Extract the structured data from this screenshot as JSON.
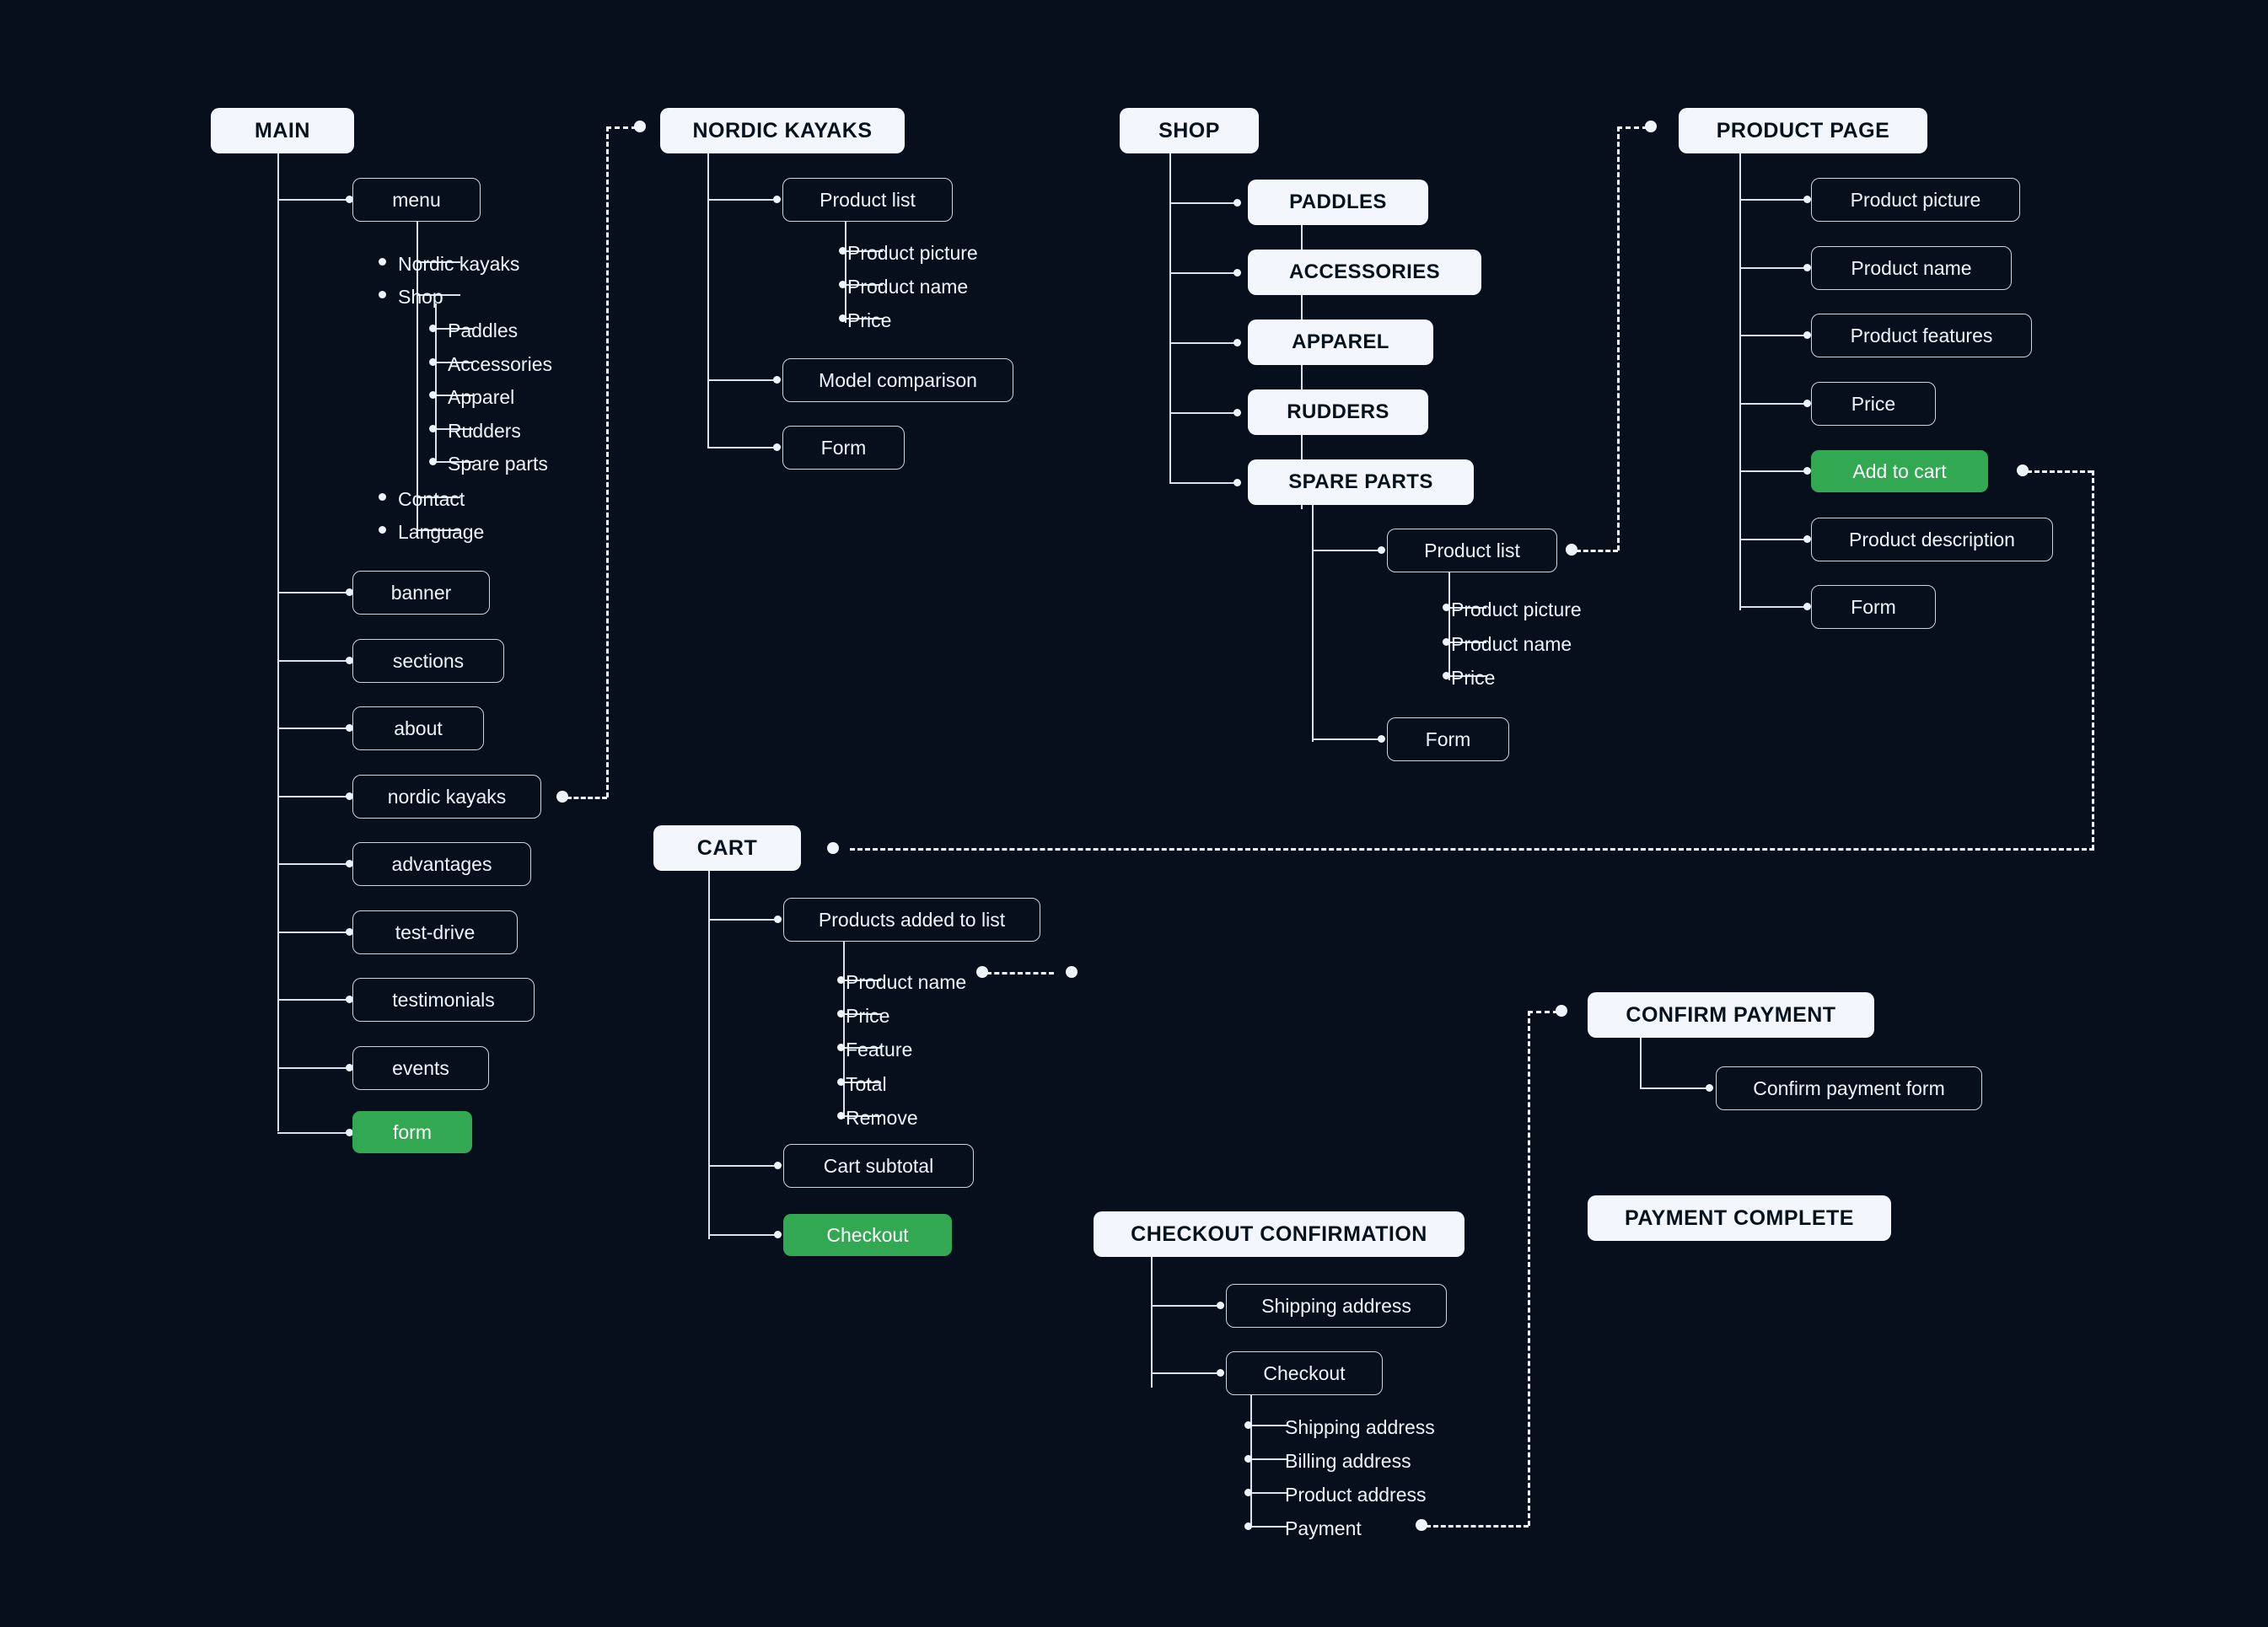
{
  "diagram": {
    "title": "E-commerce sitemap / user flow",
    "colors": {
      "background": "#060f1b",
      "header_bg": "#f3f7fd",
      "header_text": "#07121f",
      "box_border": "#c9d6e4",
      "box_text": "#eef4fb",
      "accent_green": "#33a852",
      "connector": "#d7e2ee"
    }
  },
  "sections": {
    "main": {
      "title": "MAIN",
      "menu": {
        "label": "menu",
        "items": [
          {
            "label": "Nordic kayaks"
          },
          {
            "label": "Shop",
            "children": [
              {
                "label": "Paddles"
              },
              {
                "label": "Accessories"
              },
              {
                "label": "Apparel"
              },
              {
                "label": "Rudders"
              },
              {
                "label": "Spare parts"
              }
            ]
          },
          {
            "label": "Contact"
          },
          {
            "label": "Language"
          }
        ]
      },
      "blocks": [
        {
          "label": "banner"
        },
        {
          "label": "sections"
        },
        {
          "label": "about"
        },
        {
          "label": "nordic kayaks"
        },
        {
          "label": "advantages"
        },
        {
          "label": "test-drive"
        },
        {
          "label": "testimonials"
        },
        {
          "label": "events"
        },
        {
          "label": "form",
          "accent": true
        }
      ]
    },
    "nordic_kayaks": {
      "title": "NORDIC KAYAKS",
      "product_list": {
        "label": "Product list",
        "items": [
          "Product picture",
          "Product name",
          "Price"
        ]
      },
      "model_comparison": "Model comparison",
      "form": "Form"
    },
    "shop": {
      "title": "SHOP",
      "categories": [
        "PADDLES",
        "ACCESSORIES",
        "APPAREL",
        "RUDDERS",
        "SPARE PARTS"
      ],
      "spare_parts": {
        "product_list": {
          "label": "Product list",
          "items": [
            "Product picture",
            "Product name",
            "Price"
          ]
        },
        "form": "Form"
      }
    },
    "product_page": {
      "title": "PRODUCT PAGE",
      "blocks": [
        {
          "label": "Product picture"
        },
        {
          "label": "Product name"
        },
        {
          "label": "Product features"
        },
        {
          "label": "Price"
        },
        {
          "label": "Add to cart",
          "accent": true
        },
        {
          "label": "Product description"
        },
        {
          "label": "Form"
        }
      ]
    },
    "cart": {
      "title": "CART",
      "products_added": {
        "label": "Products added to list",
        "items": [
          "Product name",
          "Price",
          "Feature",
          "Total",
          "Remove"
        ]
      },
      "cart_subtotal": "Cart subtotal",
      "checkout": {
        "label": "Checkout",
        "accent": true
      }
    },
    "checkout_confirmation": {
      "title": "CHECKOUT CONFIRMATION",
      "shipping_address": "Shipping address",
      "checkout": {
        "label": "Checkout",
        "items": [
          "Shipping address",
          "Billing address",
          "Product address",
          "Payment"
        ]
      }
    },
    "confirm_payment": {
      "title": "CONFIRM PAYMENT",
      "form": "Confirm payment form"
    },
    "payment_complete": {
      "title": "PAYMENT COMPLETE"
    }
  }
}
